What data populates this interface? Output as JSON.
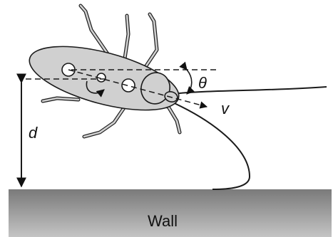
{
  "labels": {
    "theta": "θ",
    "velocity": "v",
    "distance": "d",
    "wall": "Wall"
  },
  "colors": {
    "body_fill": "#d0d0d0",
    "outline": "#1a1a1a",
    "wall_top": "#7a7a7a",
    "wall_bottom": "#c4c4c4",
    "background": "#ffffff"
  },
  "icons": {
    "rotation": "curved-arrow-icon"
  }
}
